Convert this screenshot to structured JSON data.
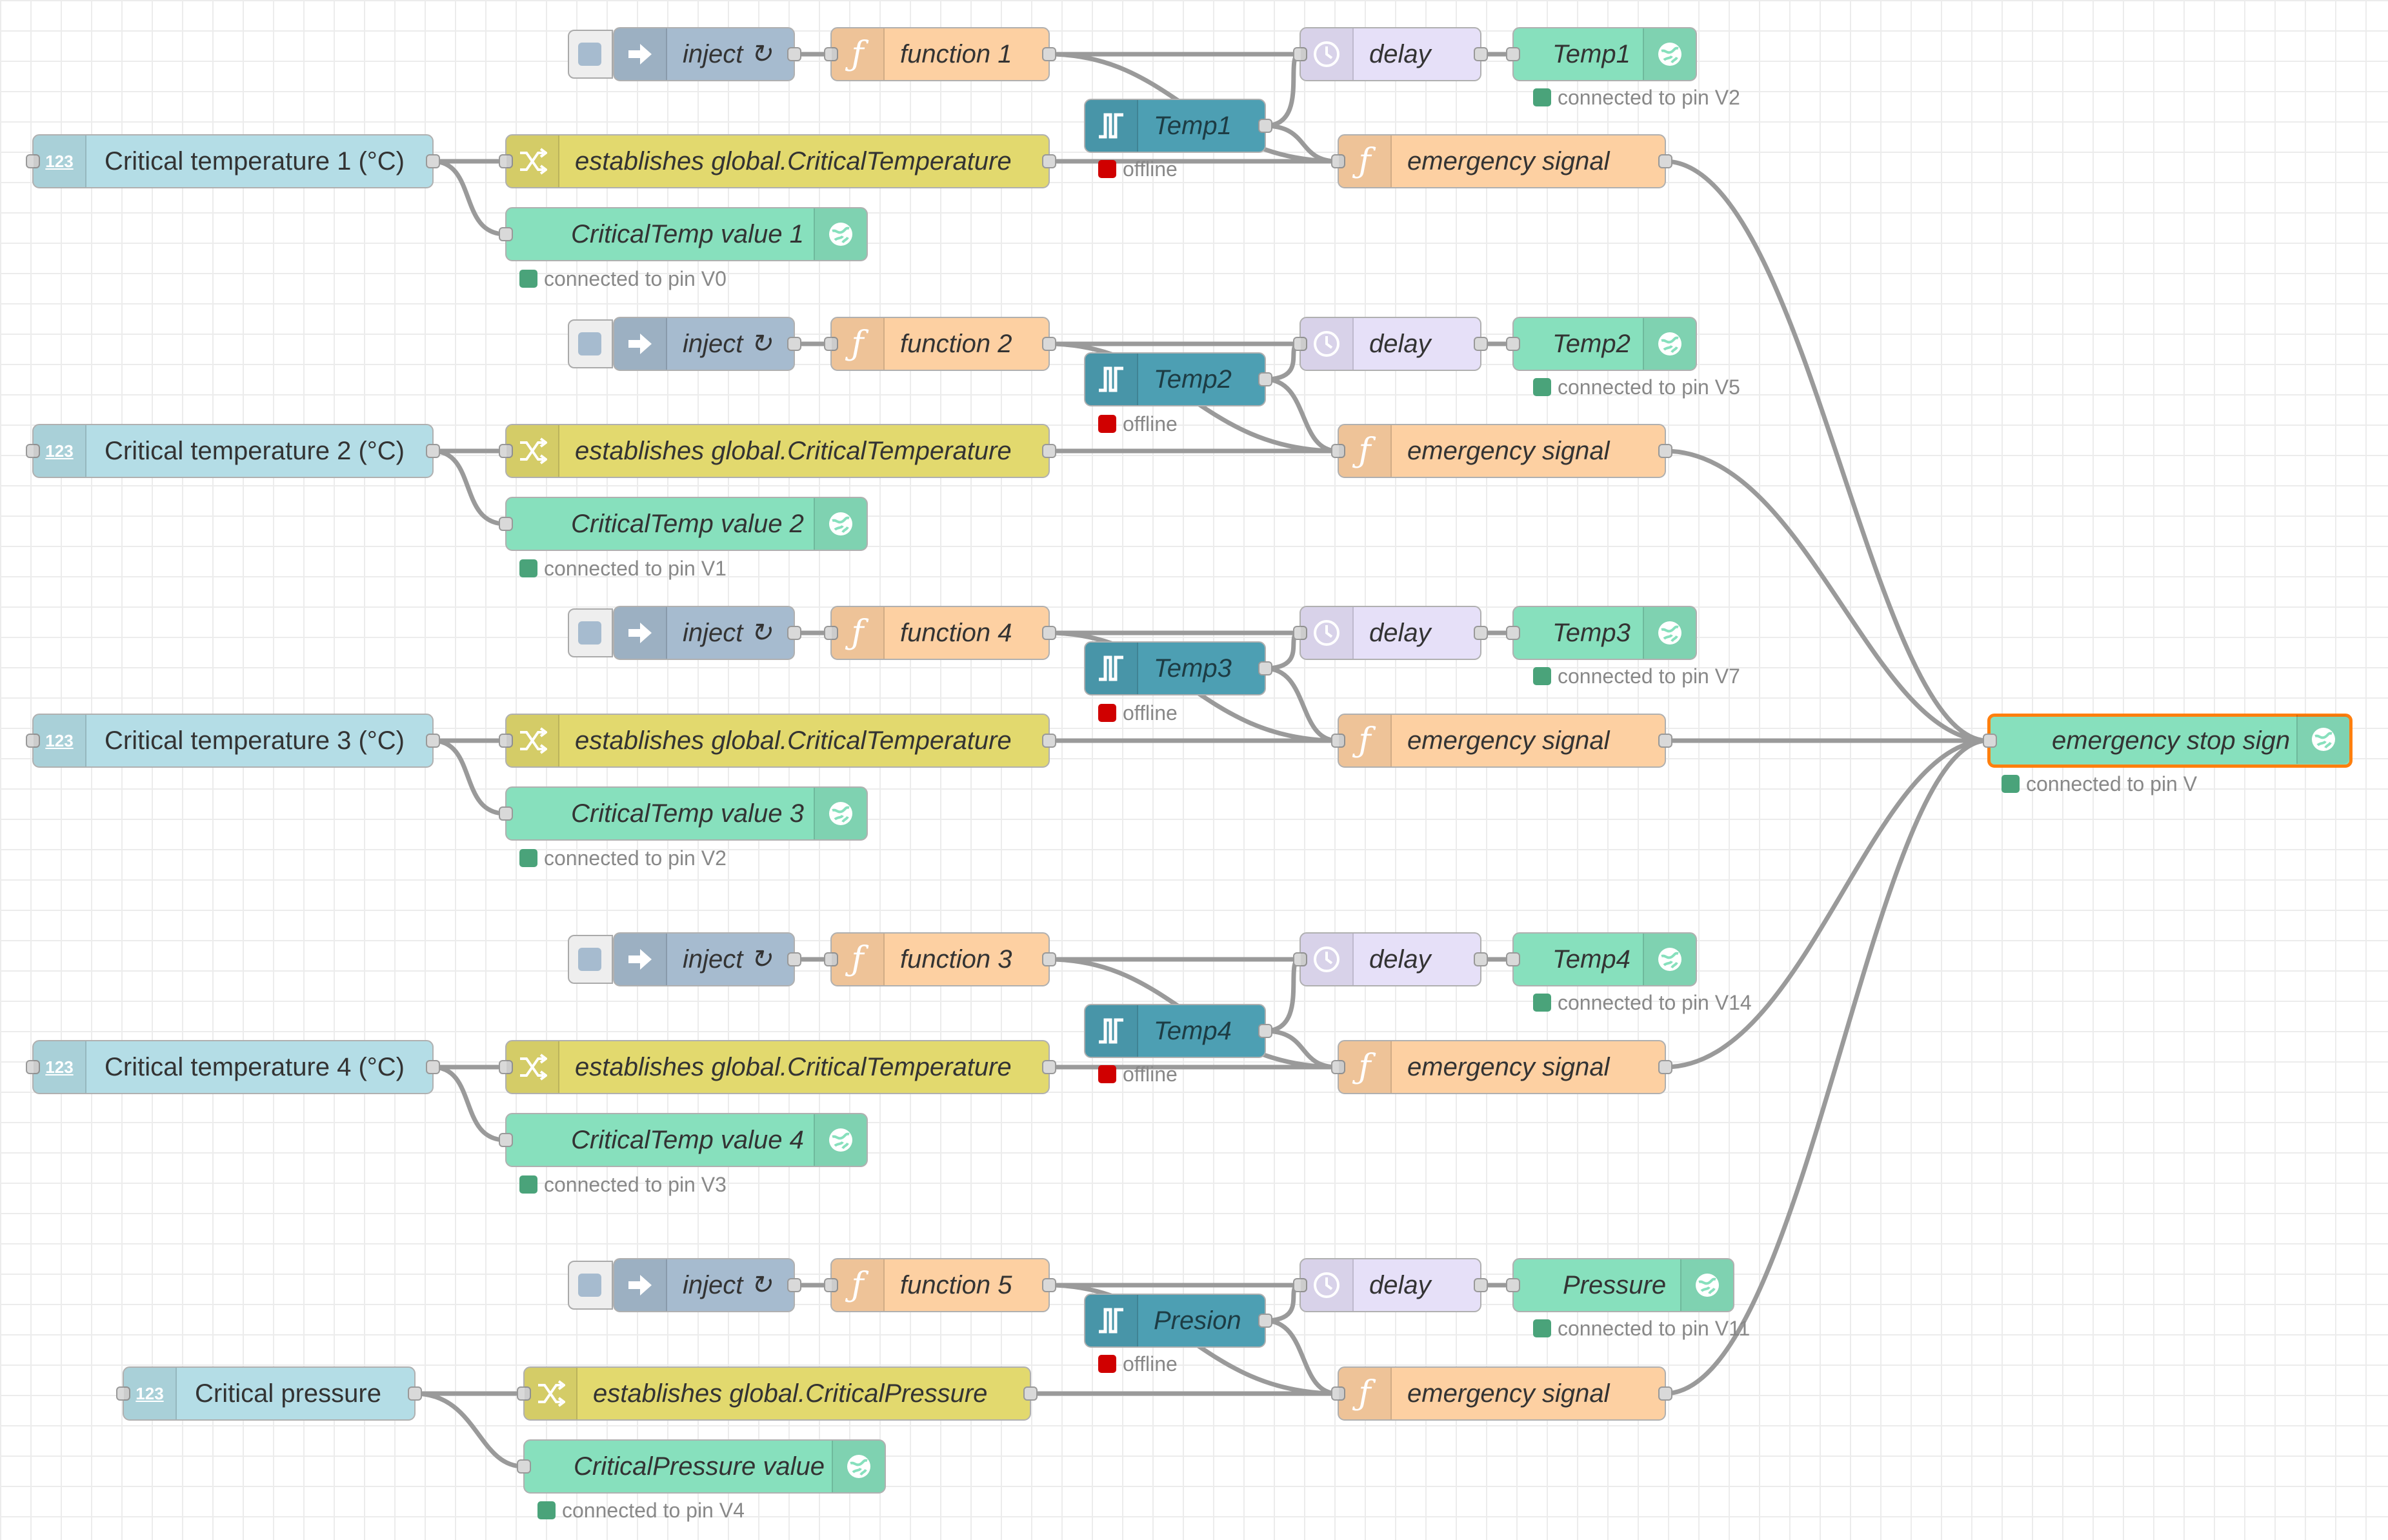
{
  "colors": {
    "numeric_node": "#b4dde6",
    "change_node": "#e2d96e",
    "blynk_node": "#87e0bd",
    "inject_node": "#a6bbcf",
    "function_node": "#fdd0a2",
    "delay_node": "#e6e0f8",
    "rbe_node": "#4d9fb3",
    "status_connected": "#4aa37a",
    "status_offline": "#d00000",
    "selection": "#ff7f0e"
  },
  "icons": {
    "inject": "arrow-right-icon",
    "function": "function-icon",
    "delay": "timer-icon",
    "blynk": "globe-icon",
    "change": "shuffle-icon",
    "numeric": "123-icon",
    "rbe": "pulse-icon"
  },
  "common": {
    "numeric_icon_text": "123",
    "inject_label": "inject ↻",
    "delay_label": "delay",
    "emergency_label": "emergency signal",
    "set_temp_label": "establishes global.CriticalTemperature",
    "set_pressure_label": "establishes global.CriticalPressure",
    "offline": "offline"
  },
  "groups": [
    {
      "function": "function 1",
      "input": "Critical temperature 1 (°C)",
      "sensor": "Temp1",
      "output": "Temp1",
      "output_status": "connected to pin V2",
      "value_node": "CriticalTemp value 1",
      "value_status": "connected to pin V0"
    },
    {
      "function": "function 2",
      "input": "Critical temperature 2 (°C)",
      "sensor": "Temp2",
      "output": "Temp2",
      "output_status": "connected to pin V5",
      "value_node": "CriticalTemp value 2",
      "value_status": "connected to pin V1"
    },
    {
      "function": "function 4",
      "input": "Critical temperature 3 (°C)",
      "sensor": "Temp3",
      "output": "Temp3",
      "output_status": "connected to pin V7",
      "value_node": "CriticalTemp value 3",
      "value_status": "connected to pin V2"
    },
    {
      "function": "function 3",
      "input": "Critical temperature 4 (°C)",
      "sensor": "Temp4",
      "output": "Temp4",
      "output_status": "connected to pin V14",
      "value_node": "CriticalTemp value 4",
      "value_status": "connected to pin V3"
    },
    {
      "function": "function 5",
      "input": "Critical pressure",
      "sensor": "Presion",
      "output": "Pressure",
      "output_status": "connected to pin V11",
      "value_node": "CriticalPressure value",
      "value_status": "connected to pin V4"
    }
  ],
  "stop": {
    "label": "emergency stop sign",
    "status": "connected to pin V"
  }
}
